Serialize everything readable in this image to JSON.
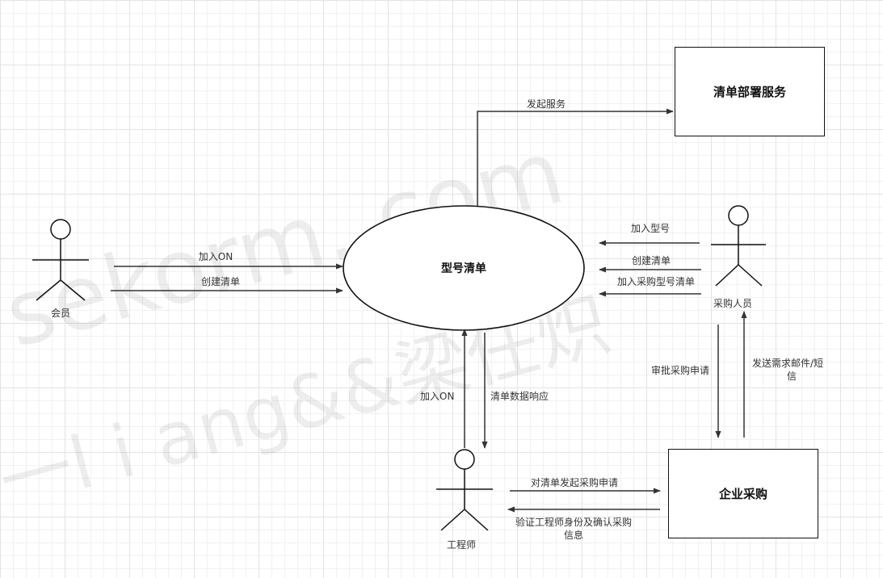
{
  "process": {
    "label": "型号清单"
  },
  "entities": {
    "deploy": "清单部署服务",
    "enterprise": "企业采购"
  },
  "actors": {
    "member": "会员",
    "purchaser": "采购人员",
    "engineer": "工程师"
  },
  "flows": {
    "start_service": "发起服务",
    "member_add_on": "加入ON",
    "member_create_list": "创建清单",
    "purchaser_add_model": "加入型号",
    "purchaser_create_list": "创建清单",
    "purchaser_add_purchase_list": "加入采购型号清单",
    "approve_purchase": "审批采购申请",
    "send_email_sms_line1": "发送需求邮件/短",
    "send_email_sms_line2": "信",
    "engineer_add_on": "加入ON",
    "list_data_response": "清单数据响应",
    "request_purchase": "对清单发起采购申请",
    "verify_line1": "验证工程师身份及确认采购",
    "verify_line2": "信息"
  },
  "watermark": {
    "line1": "sekorm. com",
    "line2": "一l i ang&&梁任炽"
  },
  "colors": {
    "stroke": "#111111",
    "line": "#333333",
    "grid": "#e3e3e3"
  }
}
